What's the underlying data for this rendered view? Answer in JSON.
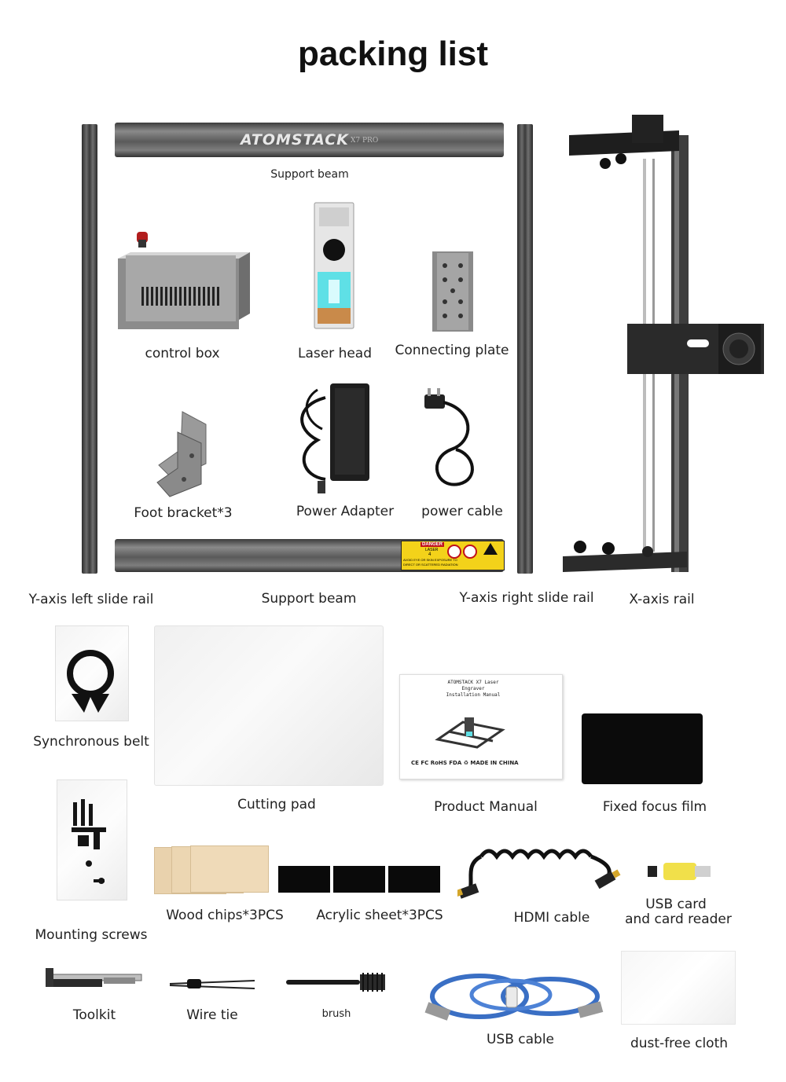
{
  "title": "packing list",
  "brand": {
    "logo": "ATOMSTACK",
    "model": "X7 PRO"
  },
  "warning_label": {
    "header": "DANGER",
    "sub": "LASER",
    "num": "4",
    "line1": "AVOID EYE OR SKIN EXPOSURE TO",
    "line2": "DIRECT OR SCATTERED RADIATION"
  },
  "manual": {
    "line1": "ATOMSTACK X7 Laser",
    "line2": "Engraver",
    "line3": "Installation Manual",
    "footer": "CE FC RoHS FDA ♻ MADE IN CHINA"
  },
  "items": {
    "support_beam_top": "Support beam",
    "control_box": "control box",
    "laser_head": "Laser head",
    "connecting_plate": "Connecting plate",
    "foot_bracket": "Foot bracket*3",
    "power_adapter": "Power Adapter",
    "power_cable": "power cable",
    "y_left_rail": "Y-axis left slide rail",
    "support_beam_bottom": "Support beam",
    "y_right_rail": "Y-axis right slide rail",
    "x_rail": "X-axis rail",
    "synchronous_belt": "Synchronous belt",
    "cutting_pad": "Cutting pad",
    "product_manual": "Product Manual",
    "fixed_focus_film": "Fixed focus film",
    "mounting_screws": "Mounting screws",
    "wood_chips": "Wood chips*3PCS",
    "acrylic_sheet": "Acrylic sheet*3PCS",
    "hdmi_cable": "HDMI cable",
    "usb_card_line1": "USB card",
    "usb_card_line2": "and card reader",
    "toolkit": "Toolkit",
    "wire_tie": "Wire tie",
    "brush": "brush",
    "usb_cable": "USB cable",
    "dust_free_cloth": "dust-free cloth"
  },
  "colors": {
    "laser_glow": "#5fe0e6",
    "copper": "#c98a4a",
    "usb_blue": "#3a6fc4",
    "card_yellow": "#f1e04a"
  }
}
